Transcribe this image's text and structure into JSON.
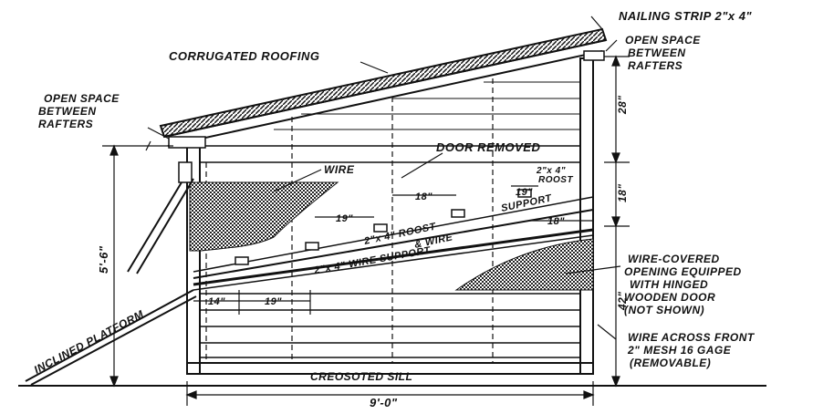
{
  "labels": {
    "nailing_strip": "NAILING STRIP 2\"x 4\"",
    "open_space_right_1": "OPEN SPACE",
    "open_space_right_2": "BETWEEN",
    "open_space_right_3": "RAFTERS",
    "corrugated_roofing": "CORRUGATED ROOFING",
    "open_space_left_1": "OPEN SPACE",
    "open_space_left_2": "BETWEEN",
    "open_space_left_3": "RAFTERS",
    "wire": "WIRE",
    "door_removed": "DOOR REMOVED",
    "roost_small_1": "2\"x 4\"",
    "roost_small_2": "ROOST",
    "roost_support": "SUPPORT",
    "roost_2x4": "2\"x 4\"  ROOST",
    "wire_mid": "& WIRE",
    "wire_support": "2\"x 4\" WIRE  SUPPORT",
    "wire_covered_1": "WIRE-COVERED",
    "wire_covered_2": "OPENING EQUIPPED",
    "wire_covered_3": "WITH HINGED",
    "wire_covered_4": "WOODEN DOOR",
    "wire_covered_5": "(NOT SHOWN)",
    "wire_front_1": "WIRE ACROSS FRONT",
    "wire_front_2": "2\" MESH  16 GAGE",
    "wire_front_3": "(REMOVABLE)",
    "inclined_platform": "INCLINED PLATFORM",
    "creosoted_sill": "CREOSOTED SILL",
    "overall_width": "9'-0\"",
    "height_left": "5'-6\"",
    "dim_28": "28\"",
    "dim_18_right": "18\"",
    "dim_42": "42\"",
    "dim_19_a": "19\"",
    "dim_18_a": "18\"",
    "dim_19_b": "19\"",
    "dim_18_b": "18\"",
    "dim_14": "14\"",
    "dim_19_c": "19\""
  },
  "colors": {
    "ink": "#111111",
    "background": "#ffffff"
  }
}
